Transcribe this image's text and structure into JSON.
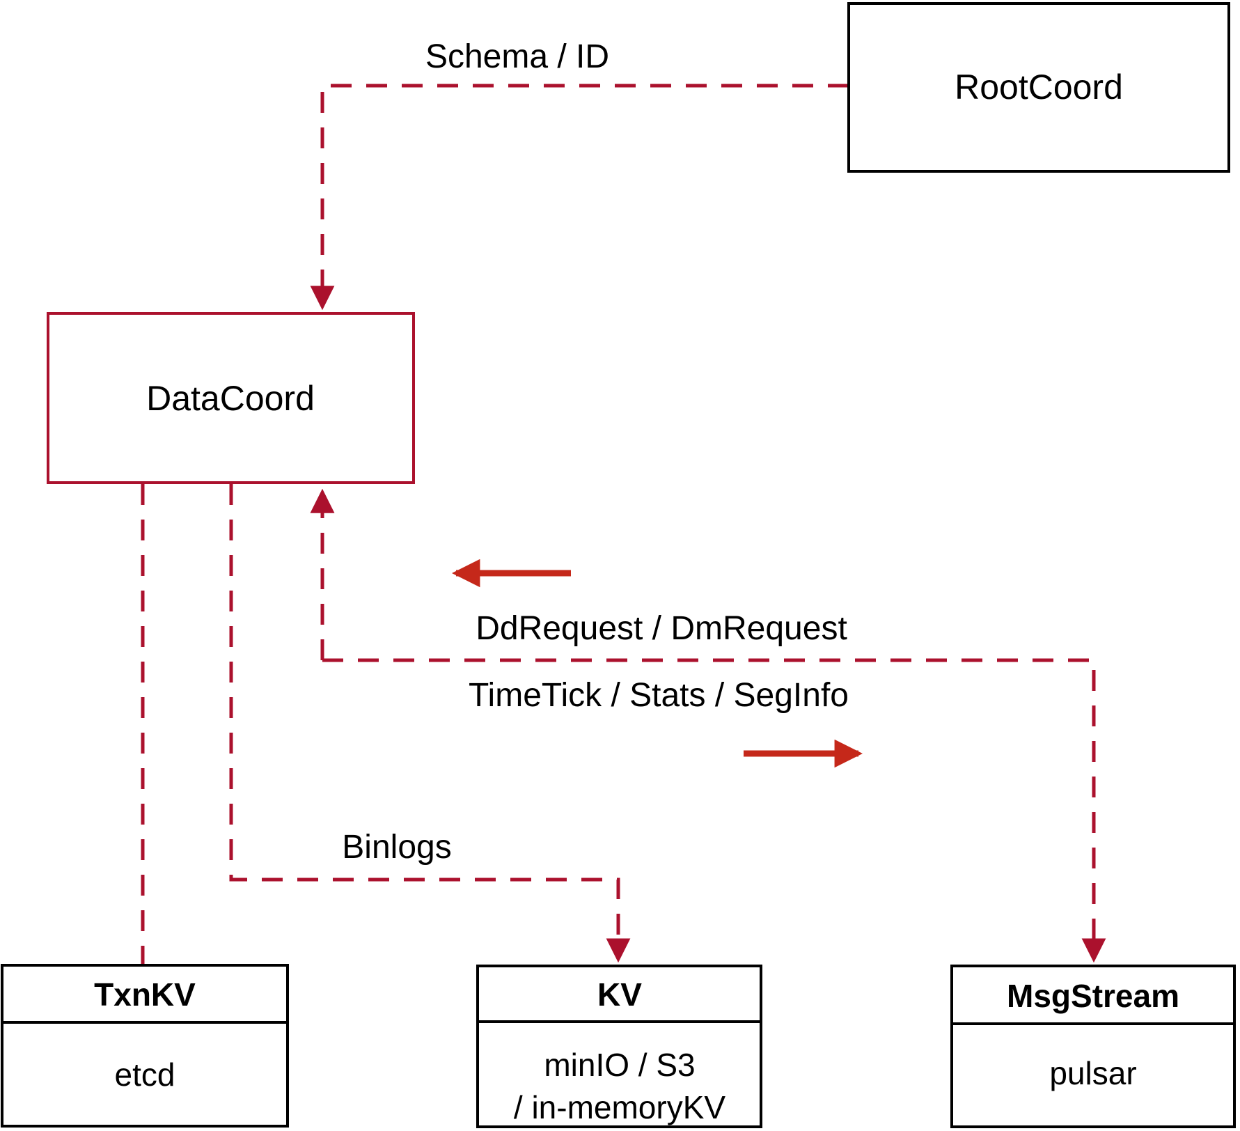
{
  "diagram": {
    "nodes": {
      "rootcoord": {
        "label": "RootCoord"
      },
      "datacoord": {
        "label": "DataCoord"
      },
      "txnkv": {
        "header": "TxnKV",
        "body": "etcd"
      },
      "kv": {
        "header": "KV",
        "body_line1": "minIO / S3",
        "body_line2": "/ in-memoryKV"
      },
      "msgstream": {
        "header": "MsgStream",
        "body": "pulsar"
      }
    },
    "edge_labels": {
      "schema_id": "Schema / ID",
      "dd_dm_request": "DdRequest / DmRequest",
      "timetick_stats_seginfo": "TimeTick / Stats / SegInfo",
      "binlogs": "Binlogs"
    },
    "colors": {
      "dashed_line": "#AB112D",
      "solid_arrow": "#C5281A",
      "black": "#000000"
    }
  }
}
